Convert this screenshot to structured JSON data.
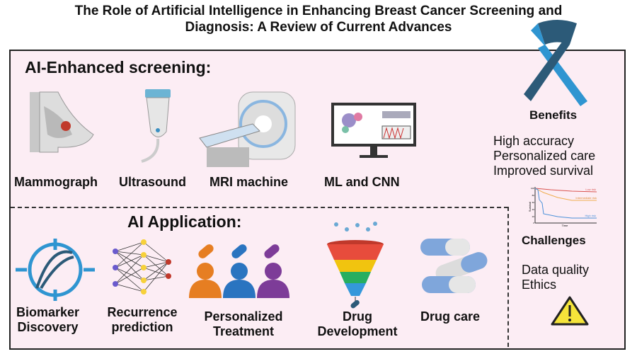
{
  "title": {
    "line1": "The Role of Artificial Intelligence in Enhancing Breast Cancer Screening and",
    "line2": "Diagnosis: A Review of Current Advances"
  },
  "screening": {
    "heading": "AI-Enhanced screening:",
    "items": [
      {
        "label": "Mammograph",
        "icon": "breast-mammogram-icon"
      },
      {
        "label": "Ultrasound",
        "icon": "ultrasound-probe-icon"
      },
      {
        "label": "MRI machine",
        "icon": "mri-machine-icon"
      },
      {
        "label": "ML and CNN",
        "icon": "computer-monitor-icon"
      }
    ]
  },
  "application": {
    "heading": "AI Application:",
    "items": [
      {
        "label1": "Biomarker",
        "label2": "Discovery",
        "icon": "dna-target-icon"
      },
      {
        "label1": "Recurrence",
        "label2": "prediction",
        "icon": "neural-network-icon"
      },
      {
        "label1": "Personalized",
        "label2": "Treatment",
        "icon": "patients-pills-icon"
      },
      {
        "label1": "Drug",
        "label2": "Development",
        "icon": "funnel-icon"
      },
      {
        "label1": "Drug care",
        "label2": "",
        "icon": "capsules-icon"
      }
    ]
  },
  "sidebar": {
    "benefits_heading": "Benefits",
    "benefits": [
      "High accuracy",
      "Personalized care",
      "Improved survival"
    ],
    "challenges_heading": "Challenges",
    "challenges": [
      "Data quality",
      "Ethics"
    ],
    "survival_chart": {
      "ylabel": "Survival",
      "xlabel": "Time",
      "yticks": [
        "100",
        "80",
        "60",
        "40",
        "20",
        "0"
      ],
      "series": [
        {
          "name": "Low risk",
          "color": "#d9534f"
        },
        {
          "name": "Intermediate risk",
          "color": "#f0ad4e"
        },
        {
          "name": "High risk",
          "color": "#4a90d9"
        }
      ]
    }
  },
  "colors": {
    "panel_bg": "#fcedf4",
    "ribbon_light": "#2f95d1",
    "ribbon_dark": "#2c5a78"
  }
}
